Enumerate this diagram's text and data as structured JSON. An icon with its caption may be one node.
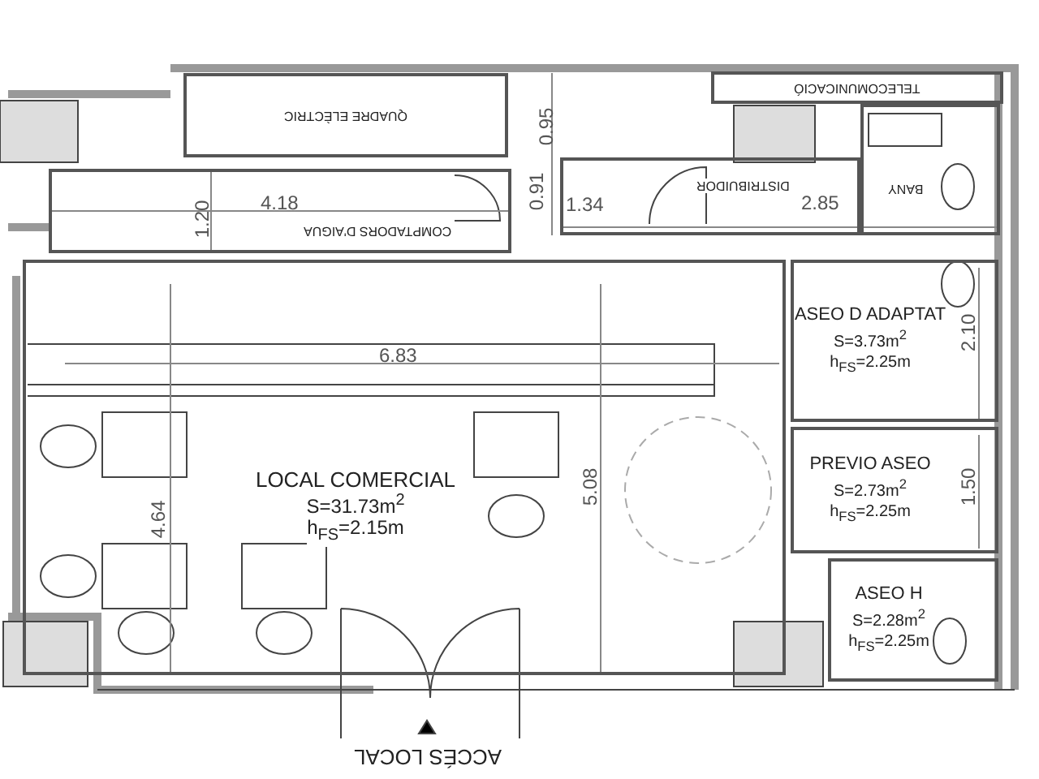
{
  "diagram": {
    "nodes": [
      {
        "text": [
          "QUADRE ELÈCTRIC"
        ]
      },
      {
        "text": [
          "COMPTADORS D'AIGUA"
        ]
      },
      {
        "text": [
          "TELECOMUNICACIÓ"
        ]
      },
      {
        "text": [
          "DISTRIBUIDOR"
        ]
      },
      {
        "text": [
          "BANY"
        ]
      },
      {
        "text": [
          "ASEO D ADAPTAT",
          "S=3.73m$^{2}$",
          "h$_{FS}$=2.25m"
        ]
      },
      {
        "text": [
          "PREVIO ASEO",
          "S=2.73m$^{2}$",
          "h$_{FS}$=2.25m"
        ]
      },
      {
        "text": [
          "ASEO H",
          "S=2.28m$^{2}$",
          "h$_{FS}$=2.25m"
        ]
      },
      {
        "text": [
          "LOCAL COMERCIAL",
          "S=31.73m$^{2}$",
          "h$_{FS}$=2.15m"
        ]
      }
    ],
    "labels": [
      "0.95",
      "4.18",
      "1.20",
      "0.91",
      "1.34",
      "2.85",
      "2.10",
      "6.83",
      "4.64",
      "5.08",
      "1.50",
      "ACCÉS LOCAL"
    ]
  }
}
